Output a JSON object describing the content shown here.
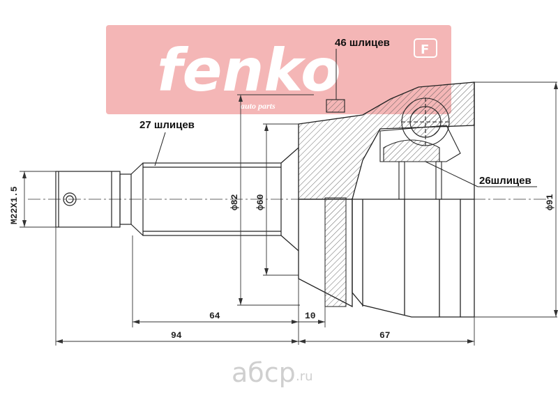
{
  "logo": {
    "brand": "fenko",
    "tagline": "auto parts",
    "badge": "F",
    "color": "#f2a6a6"
  },
  "callouts": {
    "outer_splines": "46 шлицев",
    "shaft_splines": "27 шлицев",
    "inner_splines": "26шлицев"
  },
  "dimensions": {
    "thread": "M22X1.5",
    "d82": "ф82",
    "d60": "ф60",
    "d91": "ф91",
    "len_64": "64",
    "len_10": "10",
    "len_94": "94",
    "len_67": "67"
  },
  "watermark": {
    "text": "абср",
    "suffix": ".ru"
  }
}
